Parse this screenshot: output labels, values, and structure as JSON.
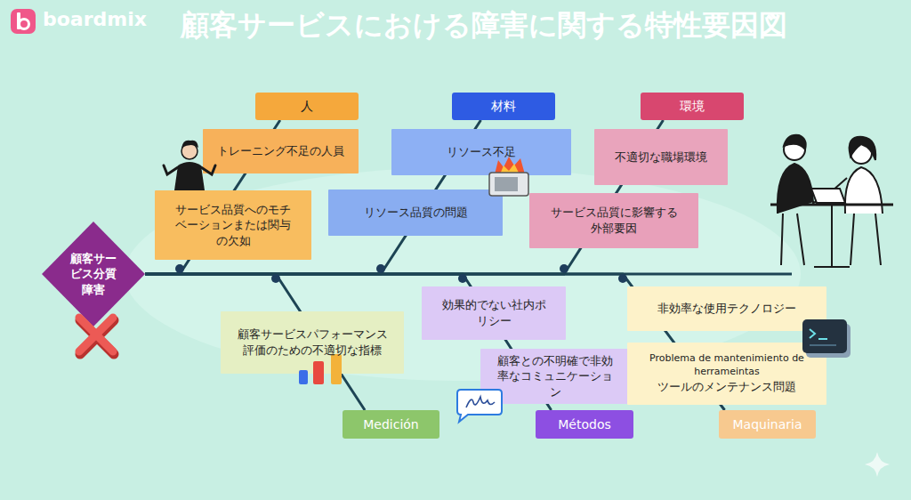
{
  "diagram": {
    "title": "顧客サービスにおける障害に関する特性要因図",
    "nodes": [
      {
        "text": [
          "人"
        ]
      },
      {
        "text": [
          "材料"
        ]
      },
      {
        "text": [
          "環境"
        ]
      },
      {
        "text": [
          "トレーニング不足の人員"
        ]
      },
      {
        "text": [
          "リソース不足"
        ]
      },
      {
        "text": [
          "不適切な職場環境"
        ]
      },
      {
        "text": [
          "サービス品質へのモチベーションまたは関与の欠如"
        ]
      },
      {
        "text": [
          "リソース品質の問題"
        ]
      },
      {
        "text": [
          "サービス品質に影響する外部要因"
        ]
      },
      {
        "text": [
          "顧客サービス分質障害"
        ]
      },
      {
        "text": [
          "効果的でない社内ポリシー"
        ]
      },
      {
        "text": [
          "非効率な使用テクノロジー"
        ]
      },
      {
        "text": [
          "顧客サービスパフォーマンス評価のための不適切な指標"
        ]
      },
      {
        "text": [
          "顧客との不明確で非効率なコミュニケーション"
        ]
      },
      {
        "text": [
          "Problema de mantenimiento de herrameintas",
          "ツールのメンテナンス問題"
        ]
      },
      {
        "text": [
          "Medición"
        ]
      },
      {
        "text": [
          "Métodos"
        ]
      },
      {
        "text": [
          "Maquinaria"
        ]
      }
    ],
    "edges": [
      {
        "from": 0,
        "to": 9,
        "arrow": "none"
      },
      {
        "from": 1,
        "to": 9,
        "arrow": "none"
      },
      {
        "from": 2,
        "to": 9,
        "arrow": "none"
      },
      {
        "from": 15,
        "to": 9,
        "arrow": "none"
      },
      {
        "from": 16,
        "to": 9,
        "arrow": "none"
      },
      {
        "from": 17,
        "to": 9,
        "arrow": "none"
      }
    ],
    "labels": [
      "boardmix"
    ]
  }
}
